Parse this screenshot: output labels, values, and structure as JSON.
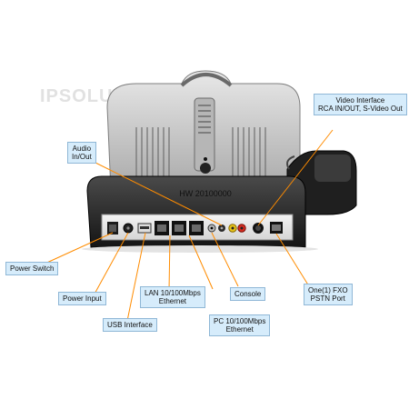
{
  "watermark": "IPSOLUTION.RU",
  "device_sticker": "HW 20100000",
  "labels": {
    "video_interface": [
      "Video Interface",
      "RCA IN/OUT, S-Video Out"
    ],
    "audio": [
      "Audio",
      "In/Out"
    ],
    "power_switch": "Power Switch",
    "power_input": "Power Input",
    "usb_interface": "USB Interface",
    "lan": [
      "LAN 10/100Mbps",
      "Ethernet"
    ],
    "console": "Console",
    "pc": [
      "PC 10/100Mbps",
      "Ethernet"
    ],
    "fxo": [
      "One(1) FXO",
      "PSTN Port"
    ]
  },
  "colors": {
    "label_bg": "#d6ecfb",
    "label_border": "#8fb7d6",
    "leader_line": "#ff8c00",
    "device_body": "#2a2a2a",
    "screen_back": "#c9c9c9"
  }
}
